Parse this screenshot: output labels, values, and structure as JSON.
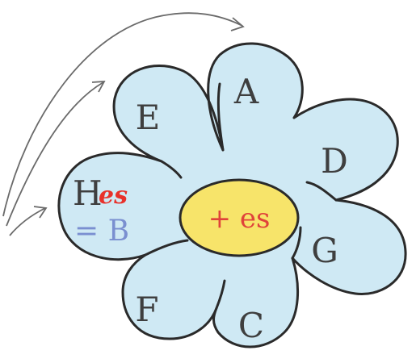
{
  "colors": {
    "petal_fill": "#cfe9f4",
    "petal_stroke": "#2a2a2a",
    "center_fill": "#f7e46a",
    "center_stroke": "#2a2a2a",
    "center_text": "#e0423a",
    "letter": "#3f3f3f",
    "hes_h": "#3f3f3f",
    "hes_es": "#e8312b",
    "eq_b": "#7a8fd0",
    "arrows": "#6a6a6a"
  },
  "center": {
    "label": "+ es"
  },
  "petal_letters": {
    "a": "A",
    "d": "D",
    "g": "G",
    "c": "C",
    "f": "F",
    "e": "E"
  },
  "left_petal": {
    "h": "H",
    "es": "es",
    "equals_b": "= B"
  }
}
